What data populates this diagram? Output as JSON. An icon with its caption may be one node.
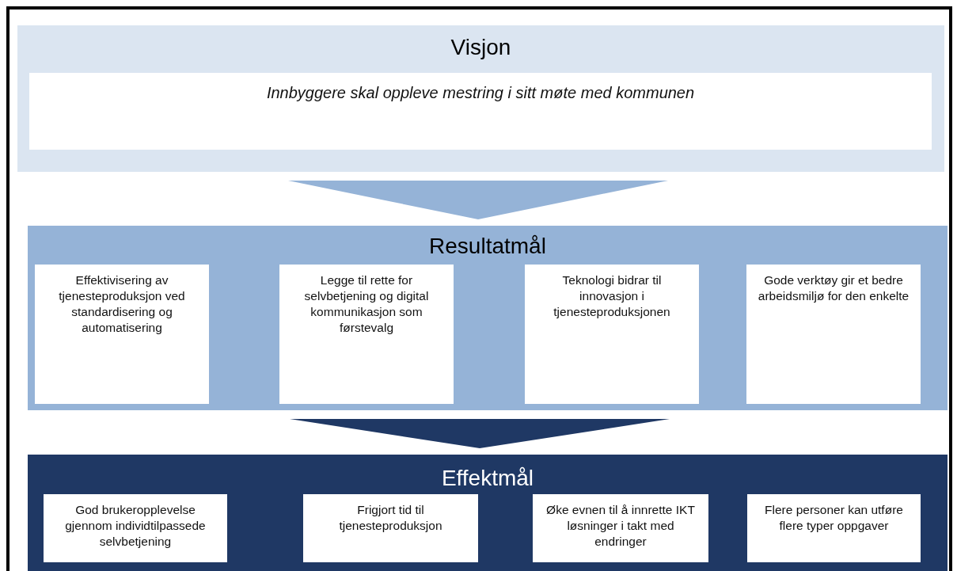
{
  "diagram": {
    "nodes": [
      {
        "text": [
          "Visjon"
        ]
      },
      {
        "text": [
          "Innbyggere skal oppleve mestring i sitt møte med kommunen"
        ],
        "in": 0
      },
      {
        "text": [
          "Resultatmål"
        ]
      },
      {
        "text": [
          "Effektivisering av tjenesteproduksjon ved standardisering og automatisering"
        ],
        "in": 2
      },
      {
        "text": [
          "Legge til rette for selvbetjening og digital kommunikasjon som førstevalg"
        ],
        "in": 2
      },
      {
        "text": [
          "Teknologi bidrar til innovasjon i tjenesteproduksjonen"
        ],
        "in": 2
      },
      {
        "text": [
          "Gode verktøy gir et bedre arbeidsmiljø for den enkelte"
        ],
        "in": 2
      },
      {
        "text": [
          "Effektmål"
        ]
      },
      {
        "text": [
          "God brukeropplevelse gjennom individtilpassede selvbetjening"
        ],
        "in": 7
      },
      {
        "text": [
          "Frigjort tid til tjenesteproduksjon"
        ],
        "in": 7
      },
      {
        "text": [
          "Øke evnen til å innrette IKT løsninger i takt med endringer"
        ],
        "in": 7
      },
      {
        "text": [
          "Flere personer kan utføre flere typer oppgaver"
        ],
        "in": 7
      }
    ],
    "edges": [
      {
        "from": 0,
        "to": 2,
        "arrow": "to",
        "style": "thick",
        "color": "#95b3d7"
      },
      {
        "from": 2,
        "to": 7,
        "arrow": "to",
        "style": "thick",
        "color": "#1f3864"
      }
    ]
  }
}
